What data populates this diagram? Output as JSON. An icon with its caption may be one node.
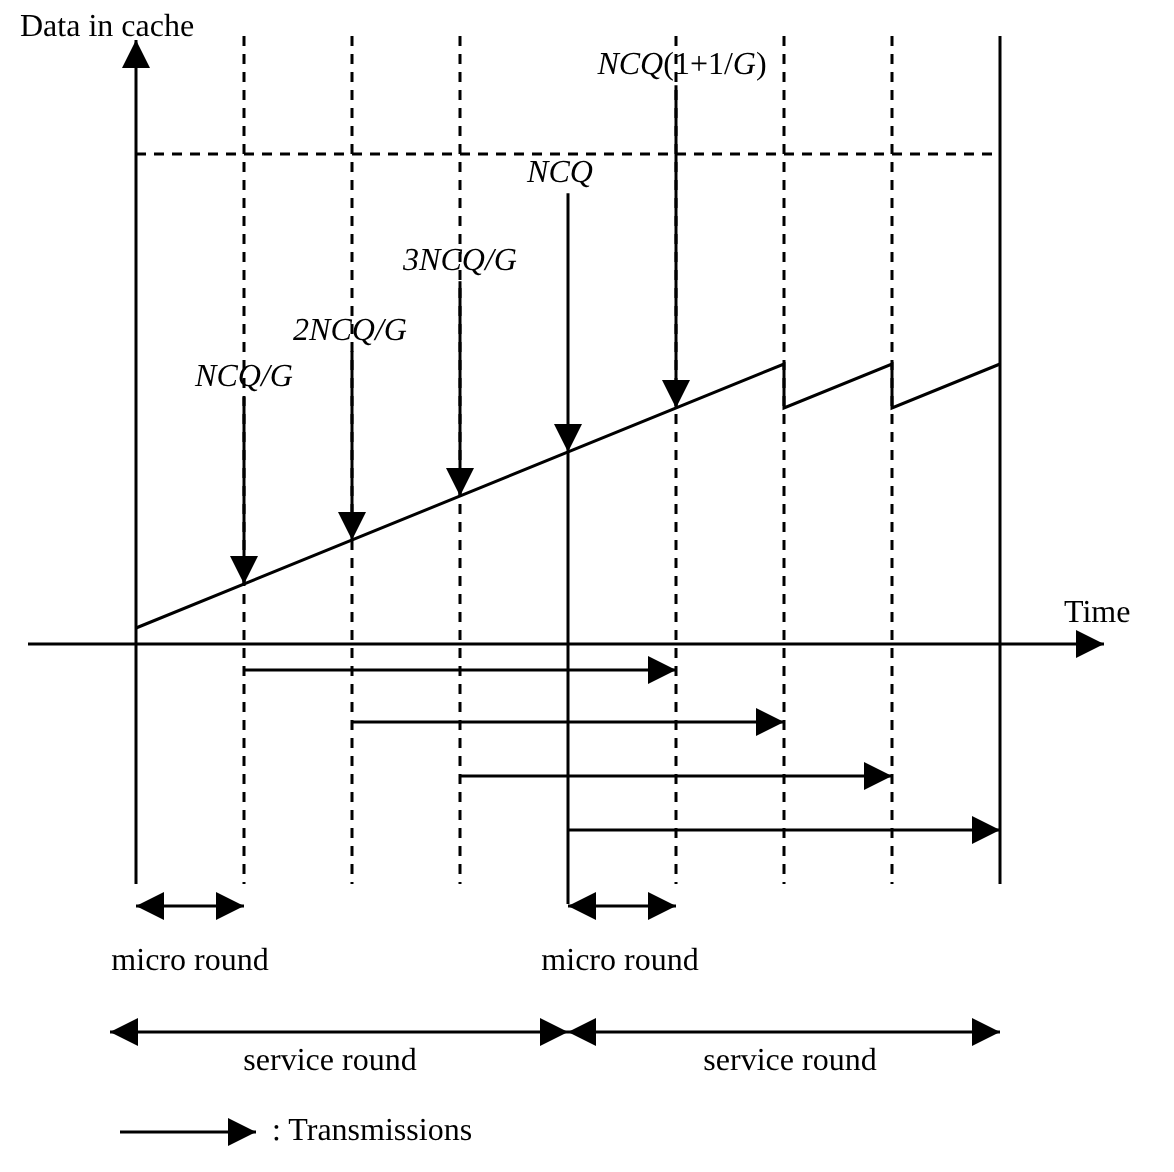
{
  "diagram": {
    "nodes": [
      {
        "text": [
          "NCQ/G"
        ]
      },
      {
        "text": [
          "2NCQ/G"
        ]
      },
      {
        "text": [
          "3NCQ/G"
        ]
      },
      {
        "text": [
          "NCQ"
        ]
      },
      {
        "text": [
          "*NCQ*(1+1/*G*)"
        ]
      }
    ],
    "edges": [
      {
        "from": 0,
        "to": null,
        "arrow": "to"
      },
      {
        "from": 1,
        "to": null,
        "arrow": "to"
      },
      {
        "from": 2,
        "to": null,
        "arrow": "to"
      },
      {
        "from": 3,
        "to": null,
        "arrow": "to"
      },
      {
        "from": 4,
        "to": null,
        "arrow": "to"
      }
    ],
    "labels": [
      "Data in cache",
      "Time",
      "micro round",
      "micro round",
      "service round",
      "service round"
    ],
    "legend": [
      {
        "text": ": Transmissions"
      }
    ]
  }
}
